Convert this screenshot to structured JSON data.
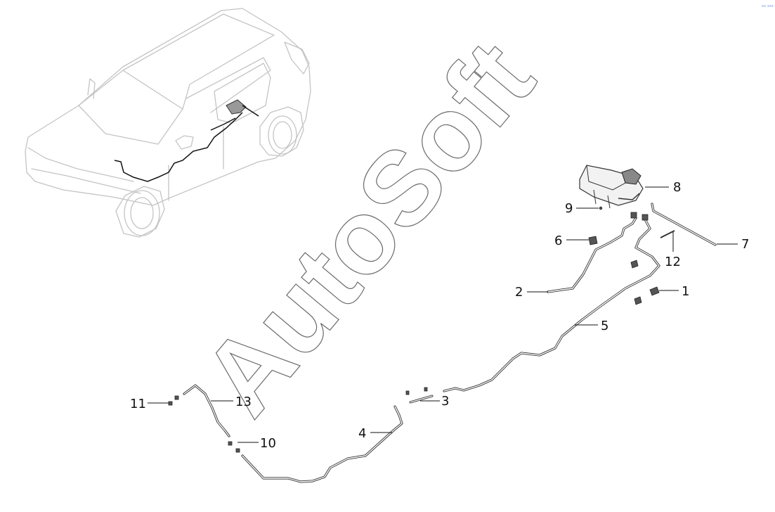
{
  "diagram": {
    "watermark": "AutoSoft",
    "corner_mark": "°° °°°",
    "callouts": [
      "1",
      "2",
      "3",
      "4",
      "5",
      "6",
      "7",
      "8",
      "9",
      "10",
      "11",
      "12",
      "13"
    ]
  }
}
